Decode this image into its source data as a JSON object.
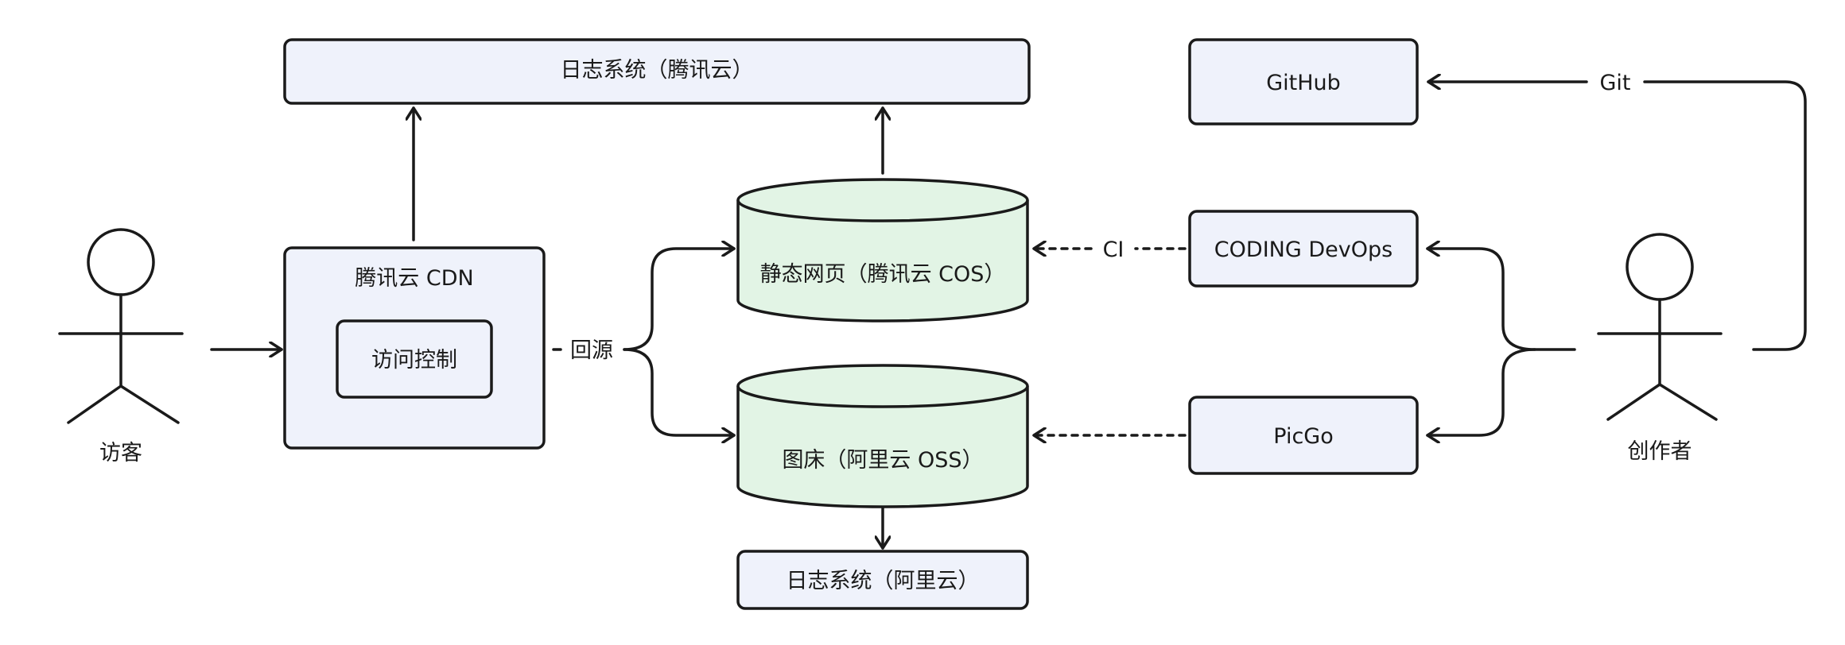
{
  "nodes": {
    "visitor": "访客",
    "tencent_cdn": "腾讯云 CDN",
    "access_control": "访问控制",
    "log_tencent": "日志系统（腾讯云）",
    "static_pages": "静态网页（腾讯云 COS）",
    "image_host": "图床（阿里云 OSS）",
    "log_aliyun": "日志系统（阿里云）",
    "github": "GitHub",
    "coding_devops": "CODING DevOps",
    "picgo": "PicGo",
    "author": "创作者"
  },
  "edges": {
    "back_to_origin": "回源",
    "ci": "CI",
    "git": "Git"
  },
  "colors": {
    "node_fill": "#eff2fb",
    "storage_fill": "#e2f4e5",
    "stroke": "#1a1a1a"
  }
}
